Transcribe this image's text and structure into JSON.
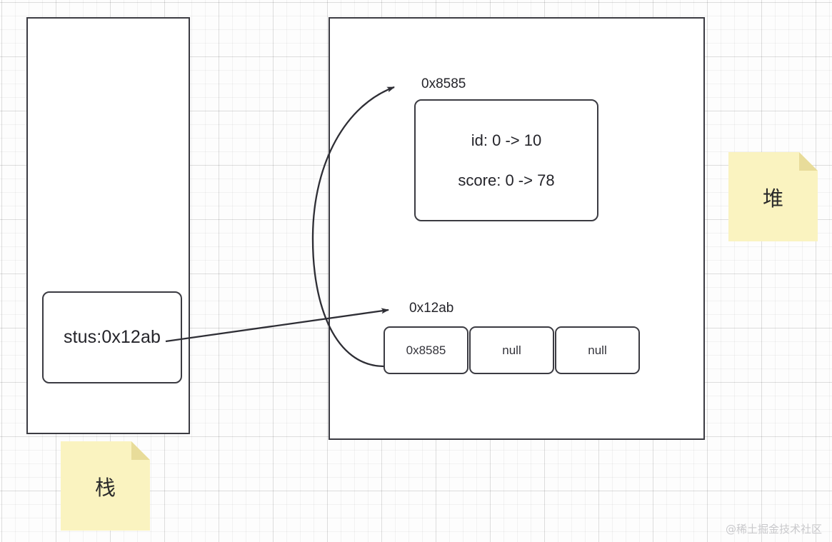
{
  "diagram": {
    "title": "Stack and Heap memory reference diagram",
    "stack": {
      "label": "栈",
      "variable_box": {
        "text": "stus:0x12ab"
      }
    },
    "heap": {
      "label": "堆",
      "object": {
        "address": "0x8585",
        "fields": [
          "id: 0 -> 10",
          "score: 0 -> 78"
        ]
      },
      "array": {
        "address": "0x12ab",
        "cells": [
          "0x8585",
          "null",
          "null"
        ]
      }
    },
    "arrows": [
      {
        "name": "stack-to-array-arrow",
        "from": "stus:0x12ab",
        "to": "0x12ab"
      },
      {
        "name": "array-to-object-arrow",
        "from": "0x8585",
        "to": "0x8585"
      }
    ]
  },
  "watermark": {
    "text": "@稀土掘金技术社区"
  },
  "colors": {
    "stroke": "#3b3b42",
    "sticky_note": "#faf3c0",
    "sticky_fold": "#e8dc9a",
    "background": "#fdfdfd",
    "grid_line": "#ededed",
    "text": "#24242a",
    "watermark": "#c9c9cc"
  }
}
